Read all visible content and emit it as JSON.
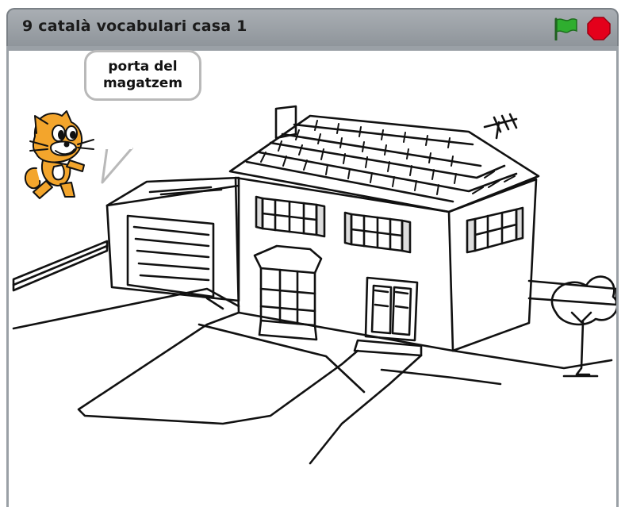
{
  "window": {
    "title": "9 català vocabulari casa 1"
  },
  "controls": {
    "green_flag_icon": "green-flag-icon",
    "stop_icon": "stop-sign-icon",
    "flag_color": "#2fae2f",
    "stop_color": "#e4001b"
  },
  "stage": {
    "speech_bubble": "porta del\nmagatzem",
    "sprite": "scratch-cat",
    "backdrop": "house-line-drawing"
  }
}
